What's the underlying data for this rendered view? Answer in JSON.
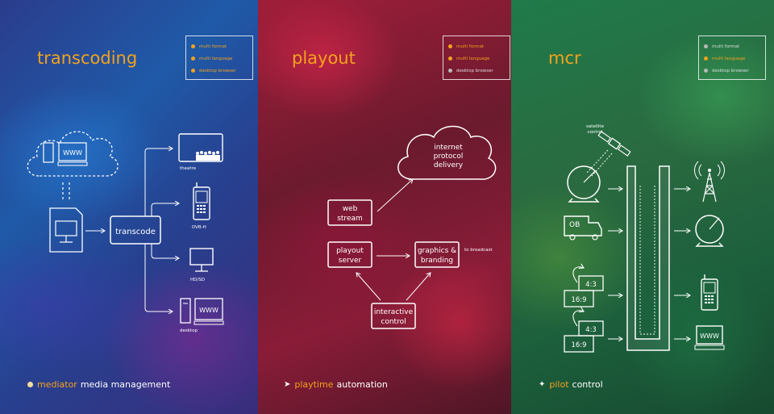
{
  "colors": {
    "accent": "#f4a21c",
    "inactive": "#b9b9b9",
    "line": "#ffffff"
  },
  "panels": {
    "transcoding": {
      "title": "transcoding",
      "legend": [
        {
          "label": "multi format",
          "active": true
        },
        {
          "label": "multi language",
          "active": true
        },
        {
          "label": "desktop browser",
          "active": true
        }
      ],
      "cloud_label": "WWW",
      "box_label": "transcode",
      "outputs": [
        "theatre",
        "DVB-H",
        "HD/SD",
        "desktop"
      ],
      "desktop_screen_label": "WWW",
      "footer_brand": "mediator",
      "footer_text": "media management"
    },
    "playout": {
      "title": "playout",
      "legend": [
        {
          "label": "multi format",
          "active": true
        },
        {
          "label": "multi language",
          "active": true
        },
        {
          "label": "desktop browser",
          "active": false
        }
      ],
      "cloud": [
        "internet",
        "protocol",
        "delivery"
      ],
      "web_stream": [
        "web",
        "stream"
      ],
      "playout_server": [
        "playout",
        "server"
      ],
      "graphics": [
        "graphics &",
        "branding"
      ],
      "to_broadcast": "to broadcast",
      "interactive": [
        "interactive",
        "control"
      ],
      "footer_brand": "playtime",
      "footer_text": "automation"
    },
    "mcr": {
      "title": "mcr",
      "legend": [
        {
          "label": "multi format",
          "active": false
        },
        {
          "label": "multi language",
          "active": true
        },
        {
          "label": "desktop browser",
          "active": false
        }
      ],
      "satellite_label": [
        "satellite",
        "control"
      ],
      "ob_label": "OB",
      "ratio_front": "4:3",
      "ratio_back": "16:9",
      "www_label": "WWW",
      "footer_brand": "pilot",
      "footer_text": "control"
    }
  }
}
